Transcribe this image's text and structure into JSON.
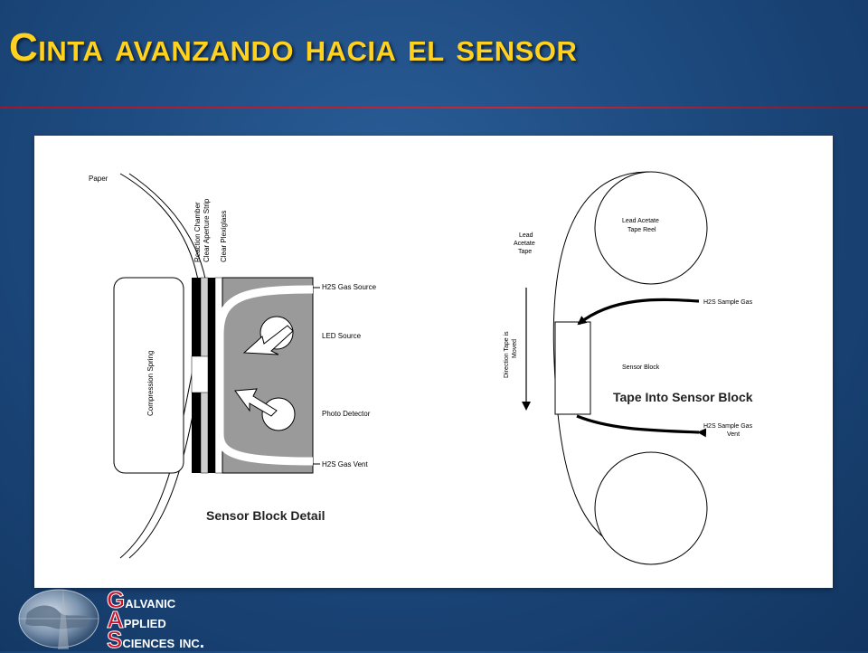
{
  "slide": {
    "title": "Cinta avanzando hacia el sensor"
  },
  "left_diagram": {
    "caption": "Sensor Block Detail",
    "labels": {
      "paper": "Paper",
      "reaction_chamber": "Reaction Chamber",
      "clear_aperture_strip": "Clear Aperture Strip",
      "clear_plexiglass": "Clear Plexiglass",
      "h2s_gas_source": "H2S Gas Source",
      "led_source": "LED Source",
      "photo_detector": "Photo Detector",
      "h2s_gas_vent": "H2S Gas Vent",
      "compression_spring": "Compression Spring"
    }
  },
  "right_diagram": {
    "caption": "Tape Into Sensor Block",
    "labels": {
      "lead_acetate_tape_line1": "Lead",
      "lead_acetate_tape_line2": "Acetate",
      "lead_acetate_tape_line3": "Tape",
      "lead_acetate_reel_line1": "Lead Acetate",
      "lead_acetate_reel_line2": "Tape Reel",
      "direction_line1": "Direction Tape is",
      "direction_line2": "Moved",
      "h2s_sample_gas": "H2S Sample Gas",
      "sensor_block": "Sensor Block",
      "h2s_sample_gas_vent_line1": "H2S Sample Gas",
      "h2s_sample_gas_vent_line2": "Vent"
    }
  },
  "logo": {
    "line1_initial": "G",
    "line1_rest": "alvanic",
    "line2_initial": "A",
    "line2_rest": "pplied",
    "line3_initial": "S",
    "line3_rest": "ciences inc."
  },
  "colors": {
    "title": "#ffd21f",
    "accent_rule": "#a8142a",
    "logo_initial": "#c8142e",
    "background": "#1d4a7f"
  }
}
